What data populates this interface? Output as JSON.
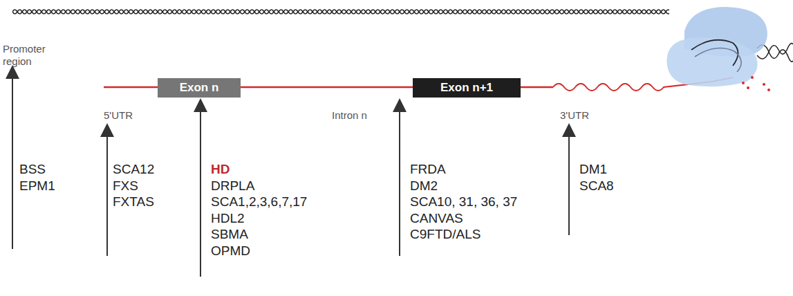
{
  "diagram": {
    "nodes": [
      {
        "text": [
          "Exon n"
        ]
      },
      {
        "text": [
          "Exon n+1"
        ]
      }
    ],
    "labels": [
      "Promoter region",
      "5'UTR",
      "Intron n",
      "3'UTR",
      "BSS",
      "EPM1",
      "SCA12",
      "FXS",
      "FXTAS",
      "HD",
      "DRPLA",
      "SCA1,2,3,6,7,17",
      "HDL2",
      "SBMA",
      "OPMD",
      "FRDA",
      "DM2",
      "SCA10, 31, 36, 37",
      "CANVAS",
      "C9FTD/ALS",
      "DM1",
      "SCA8"
    ]
  }
}
